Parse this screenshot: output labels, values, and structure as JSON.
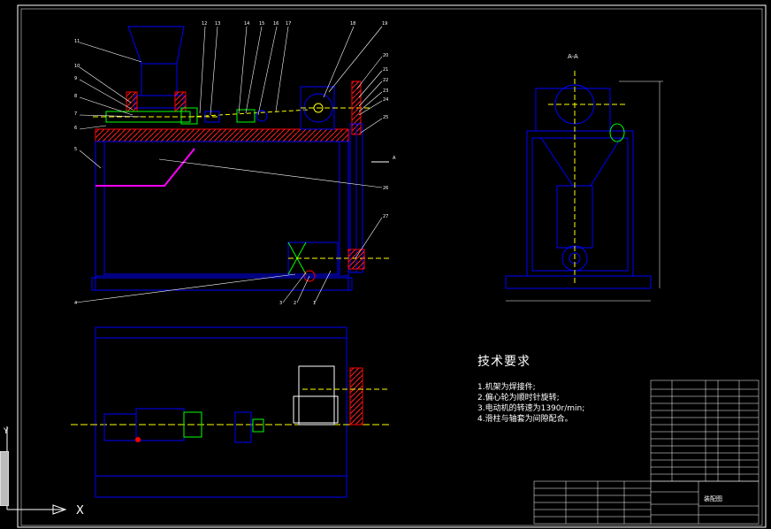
{
  "drawing": {
    "section_label": "A-A",
    "title_block_name": "装配图",
    "balloons_top": [
      "12",
      "13",
      "14",
      "15",
      "16",
      "17",
      "18",
      "19"
    ],
    "balloons_left": [
      "11",
      "10",
      "9",
      "8",
      "7",
      "6",
      "5"
    ],
    "balloons_right": [
      "20",
      "21",
      "22",
      "23",
      "24",
      "25",
      "26",
      "27"
    ],
    "balloons_bottom": [
      "4",
      "3",
      "2",
      "1"
    ],
    "dim_marker": "A",
    "ucs_x": "X",
    "ucs_y": "Y"
  },
  "technical_requirements": {
    "title": "技术要求",
    "items": [
      "1.机架为焊接件;",
      "2.偏心轮为顺时针旋转;",
      "3.电动机的转速为1390r/min;",
      "4.滑柱与轴套为间隙配合。"
    ]
  },
  "colors": {
    "background": "#000000",
    "outline": "#0000ff",
    "section_hatch": "#ff0000",
    "center_line": "#ffff00",
    "detail": "#00ff00",
    "accent": "#ff00ff",
    "text": "#ffffff"
  }
}
